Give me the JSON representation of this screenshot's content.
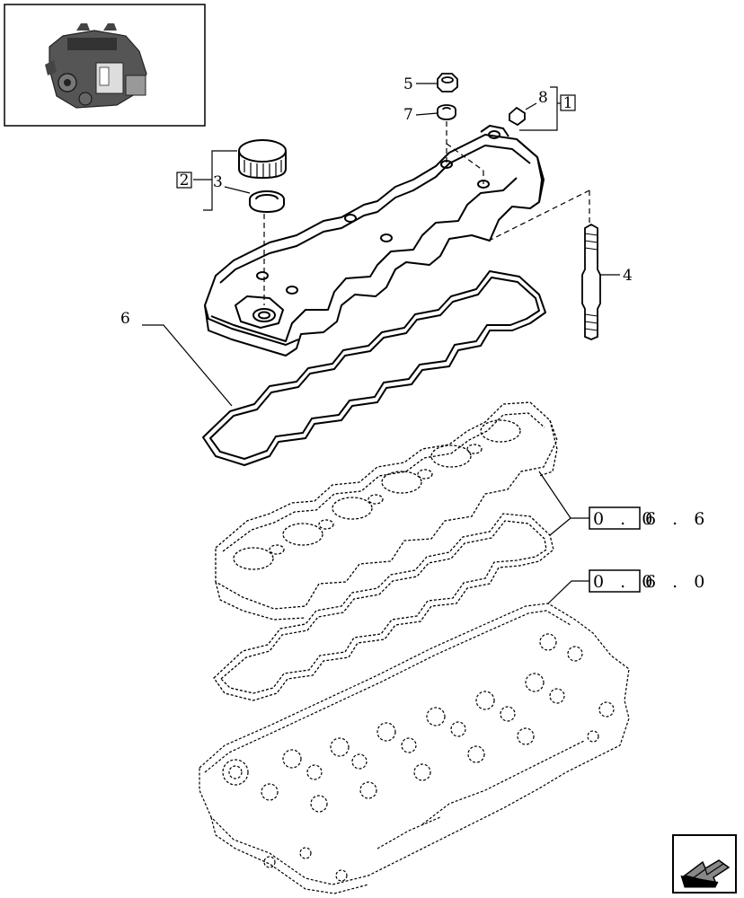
{
  "callouts": {
    "n1": "1",
    "n2": "2",
    "n3": "3",
    "n4": "4",
    "n5": "5",
    "n6": "6",
    "n7": "7",
    "n8": "8"
  },
  "refs": {
    "ref_066_box": "0 . 0",
    "ref_066_tail": "6 . 6",
    "ref_060_box": "0 . 0",
    "ref_060_tail": "6 . 0"
  },
  "icons": {
    "thumbnail": "engine-thumbnail-icon",
    "nav": "next-page-arrow-icon"
  },
  "colors": {
    "ink": "#000000",
    "paper": "#ffffff"
  }
}
